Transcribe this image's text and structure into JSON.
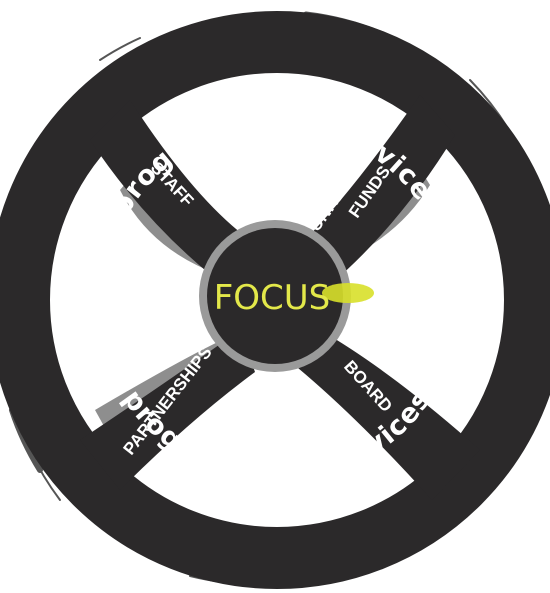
{
  "wheel": {
    "ring_top_label": "programs and services",
    "ring_bottom_label": "programs and services",
    "hub_label": "FOCUS",
    "spokes": {
      "top_left": "STAFF",
      "top_right_line1": "UNRESTRICTED",
      "top_right_line2": "FUNDS",
      "bottom_left": "PARTNERSHIPS",
      "bottom_right": "BOARD"
    }
  },
  "colors": {
    "wheel_dark": "#2b292a",
    "spoke_shadow": "#8e8e8e",
    "hub_ring": "#9a9a9a",
    "hub_text": "#e3e84a",
    "hub_highlight": "#d8e02a",
    "motion_marks": "#555555"
  }
}
